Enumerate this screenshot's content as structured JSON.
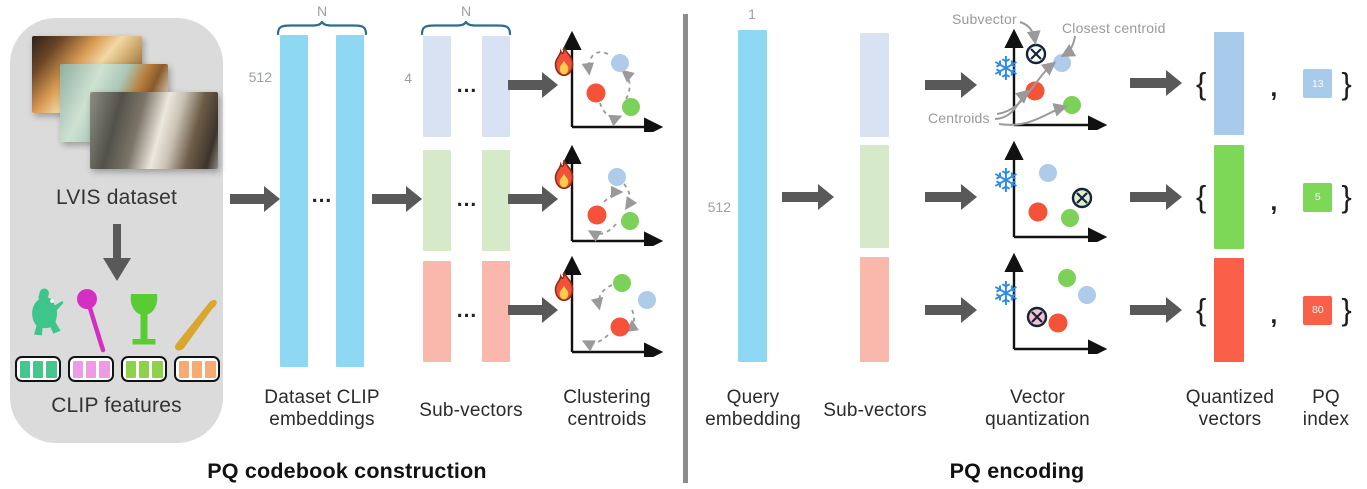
{
  "figure": {
    "left_caption": "PQ codebook construction",
    "right_caption": "PQ encoding"
  },
  "left": {
    "box": {
      "title": "LVIS dataset",
      "features_label": "CLIP features",
      "photos": [
        "kitchen-photo",
        "dog-bathtub-photo",
        "cafe-table-photo"
      ],
      "feature_icons": [
        "bear-icon",
        "lollipop-icon",
        "wine-glass-icon",
        "knife-icon"
      ]
    },
    "embeddings": {
      "label": "Dataset CLIP embeddings",
      "dim": "512",
      "n": "N",
      "ellipsis": "..."
    },
    "subvectors": {
      "label": "Sub-vectors",
      "dim": "4",
      "n": "N",
      "ellipsis": "..."
    },
    "clustering": {
      "label": "Clustering centroids",
      "train_icon": "fire-icon"
    }
  },
  "right": {
    "query": {
      "label": "Query embedding",
      "count": "1",
      "dim": "512"
    },
    "subvectors": {
      "label": "Sub-vectors"
    },
    "vq": {
      "label": "Vector quantization",
      "frozen_icon": "snowflake-icon",
      "annotations": {
        "subvector": "Subvector",
        "closest": "Closest centroid",
        "centroids": "Centroids"
      }
    },
    "quantized": {
      "label": "Quantized vectors",
      "open": "{",
      "comma": ",",
      "close": "}"
    },
    "pq_index": {
      "label": "PQ index",
      "values": [
        "13",
        "5",
        "80"
      ]
    }
  },
  "glyphs": {
    "snowflake": "❄"
  },
  "colors": {
    "main_blue": "#8fd8f3",
    "pale_blue": "#d9e2f3",
    "pale_green": "#d6e9c8",
    "pale_salmon": "#fab7ab",
    "quant_blue": "#a9cbeb",
    "quant_green": "#7ed858",
    "quant_red": "#f95f49",
    "dot_red": "#f4533a",
    "dot_green": "#7cd158",
    "dot_blue": "#aecbea",
    "arrow_gray": "#595959",
    "annotation_gray": "#9a9a9a",
    "brace_teal": "#2d6e8e",
    "box_gray": "#dbdbdb",
    "divider_gray": "#8c8c8c"
  }
}
